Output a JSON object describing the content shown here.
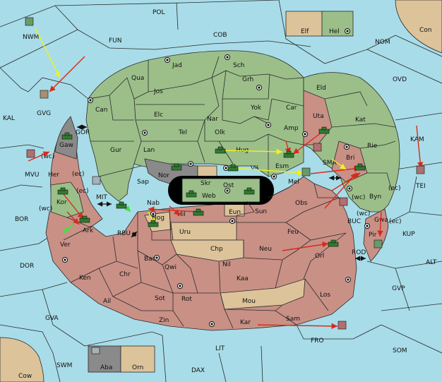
{
  "map": {
    "territories": {
      "POL": "POL",
      "FUN": "FUN",
      "COB": "COB",
      "NOM": "NOM",
      "Con": "Con",
      "OVD": "OVD",
      "KAL": "KAL",
      "KAM": "KAM",
      "TEI": "TEI",
      "KUP": "KUP",
      "ALT": "ALT",
      "GVP": "GVP",
      "SOM": "SOM",
      "FRO": "FRO",
      "LIT": "LIT",
      "DAX": "DAX",
      "SWM": "SWM",
      "Cow": "Cow",
      "GVA": "GVA",
      "DOR": "DOR",
      "BOR": "BOR",
      "MVU": "MVU",
      "NWM": "NWM",
      "GVG": "GVG",
      "GOR": "GOR",
      "MIT": "MIT",
      "RBU": "RBU",
      "SMA": "SMA",
      "BUC": "BUC",
      "ROD": "ROD",
      "Elf": "Elf",
      "Hel": "Hel",
      "Aba": "Aba",
      "Orn": "Orn",
      "Jad": "Jad",
      "Sch": "Sch",
      "Qua": "Qua",
      "Jos": "Jos",
      "Grh": "Grh",
      "Eld": "Eld",
      "Can": "Can",
      "Elc": "Elc",
      "Nar": "Nar",
      "Yok": "Yok",
      "Car": "Car",
      "Uta": "Uta",
      "Kat": "Kat",
      "Tel": "Tel",
      "Olk": "Olk",
      "Amp": "Amp",
      "Gaw": "Gaw",
      "Gur": "Gur",
      "Lan": "Lan",
      "Hug": "Hug",
      "Rie": "Rie",
      "Bri": "Bri",
      "Esm": "Esm",
      "Vil": "Vil",
      "Nor": "Nor",
      "Skr": "Skr",
      "Her": "Her",
      "Sap": "Sap",
      "Ost": "Ost",
      "Mel": "Mel",
      "Web": "Web",
      "Byn": "Byn",
      "Kor": "Kor",
      "Nab": "Nab",
      "Obs": "Obs",
      "Eun": "Eun",
      "Sun": "Sun",
      "Hil": "Hil",
      "Nog": "Nog",
      "Gwa": "Gwa",
      "Pir": "Pir",
      "Ark": "Ark",
      "Uru": "Uru",
      "Feu": "Feu",
      "Ver": "Ver",
      "Chp": "Chp",
      "Neu": "Neu",
      "Orl": "Orl",
      "Bar": "Bar",
      "Qwi": "Qwi",
      "Nil": "Nil",
      "Ken": "Ken",
      "Chr": "Chr",
      "Kaa": "Kaa",
      "Los": "Los",
      "Ail": "Ail",
      "Sot": "Sot",
      "Rot": "Rot",
      "Mou": "Mou",
      "Sam": "Sam",
      "Zin": "Zin",
      "Kar": "Kar"
    },
    "coasts": {
      "wc": "(wc)",
      "ec": "(ec)"
    }
  }
}
